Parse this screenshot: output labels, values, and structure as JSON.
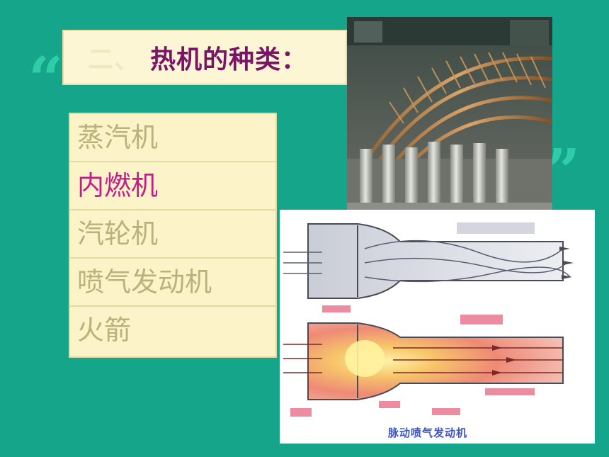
{
  "title": {
    "number": "二、",
    "text": "热机的种类："
  },
  "decor": {
    "open_quote": "“",
    "close_quote": "”"
  },
  "list": {
    "items": [
      {
        "label": "蒸汽机",
        "highlighted": false
      },
      {
        "label": "内燃机",
        "highlighted": true
      },
      {
        "label": "汽轮机",
        "highlighted": false
      },
      {
        "label": "喷气发动机",
        "highlighted": false
      },
      {
        "label": "火箭",
        "highlighted": false
      }
    ]
  },
  "diagram": {
    "caption": "脉动喷气发动机"
  },
  "colors": {
    "background": "#14a58a",
    "title_text": "#7a1466",
    "highlight_text": "#c41b8f",
    "list_text": "#b9b27a",
    "box_fill": "#fdf3c8"
  }
}
